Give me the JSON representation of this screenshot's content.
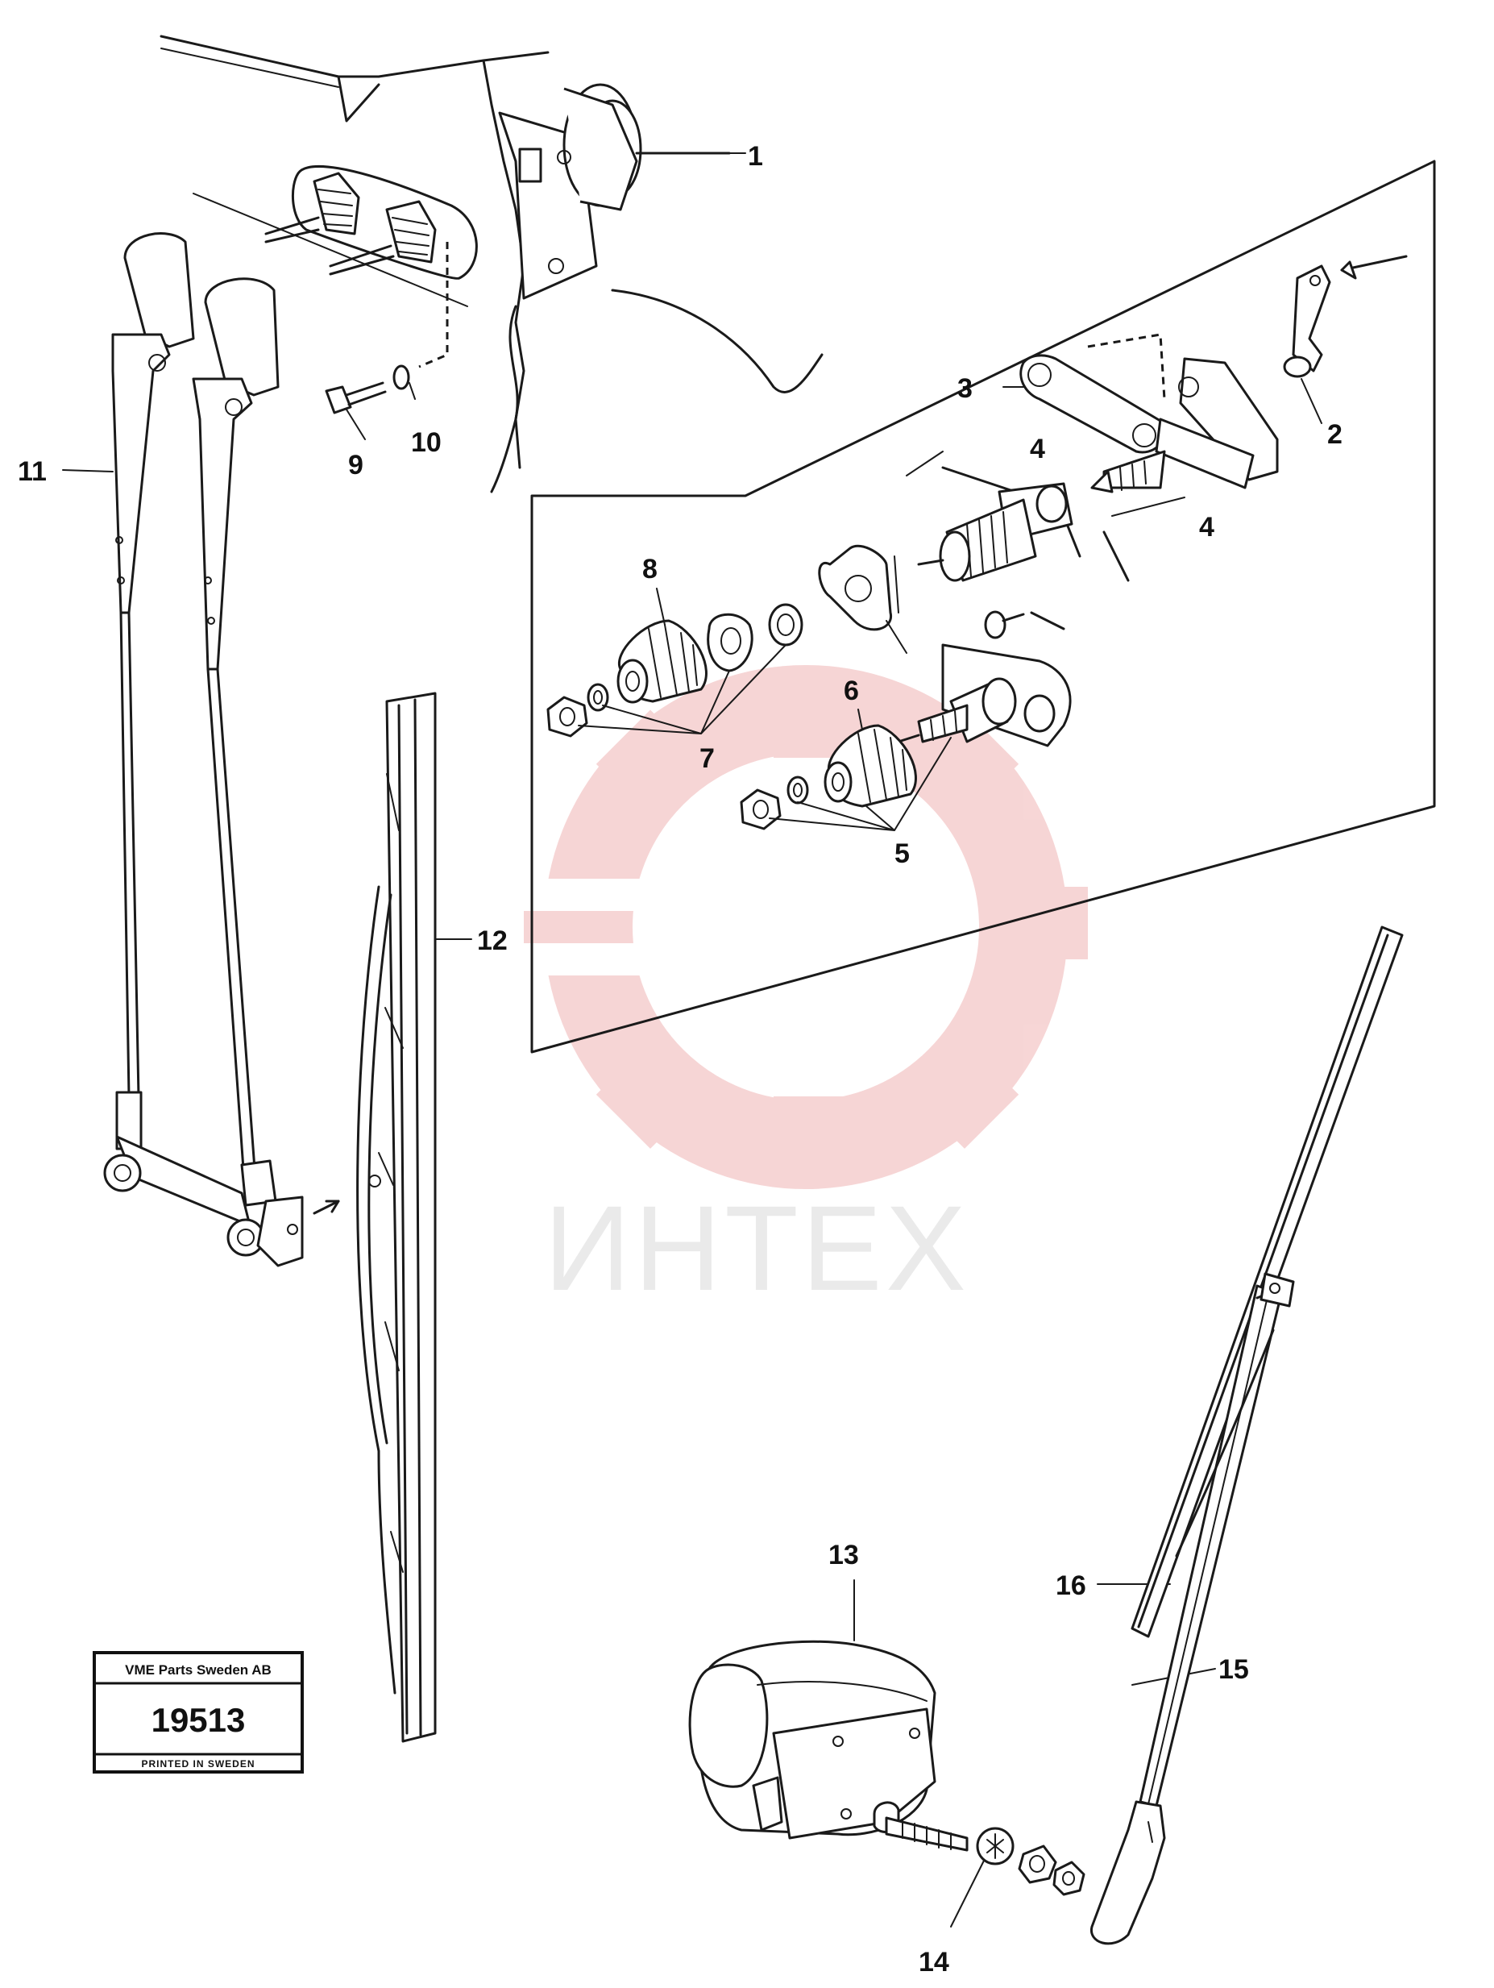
{
  "diagram": {
    "callouts": [
      {
        "id": "1",
        "text": "1"
      },
      {
        "id": "2",
        "text": "2"
      },
      {
        "id": "3",
        "text": "3"
      },
      {
        "id": "4a",
        "text": "4"
      },
      {
        "id": "4b",
        "text": "4"
      },
      {
        "id": "5",
        "text": "5"
      },
      {
        "id": "6",
        "text": "6"
      },
      {
        "id": "7",
        "text": "7"
      },
      {
        "id": "8",
        "text": "8"
      },
      {
        "id": "9",
        "text": "9"
      },
      {
        "id": "10",
        "text": "10"
      },
      {
        "id": "11",
        "text": "11"
      },
      {
        "id": "12",
        "text": "12"
      },
      {
        "id": "13",
        "text": "13"
      },
      {
        "id": "14",
        "text": "14"
      },
      {
        "id": "15",
        "text": "15"
      },
      {
        "id": "16",
        "text": "16"
      }
    ]
  },
  "watermark": {
    "text": "ИНТЕХ",
    "color": "#f0b4b4"
  },
  "stamp": {
    "company": "VME Parts Sweden AB",
    "number": "19513",
    "printed": "PRINTED IN SWEDEN"
  }
}
